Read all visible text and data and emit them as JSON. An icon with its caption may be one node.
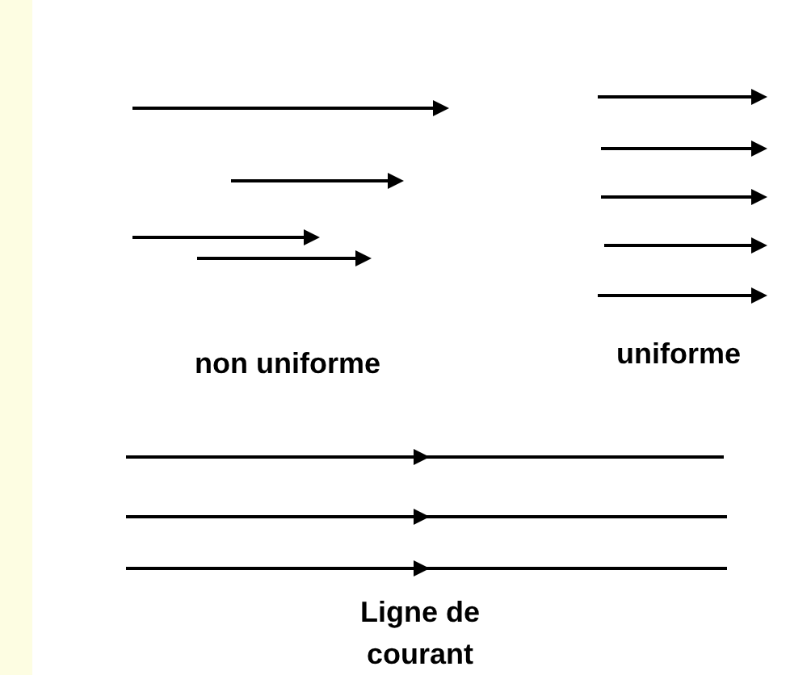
{
  "diagram": {
    "labels": [
      "non uniforme",
      "uniforme",
      "Ligne de courant"
    ]
  }
}
